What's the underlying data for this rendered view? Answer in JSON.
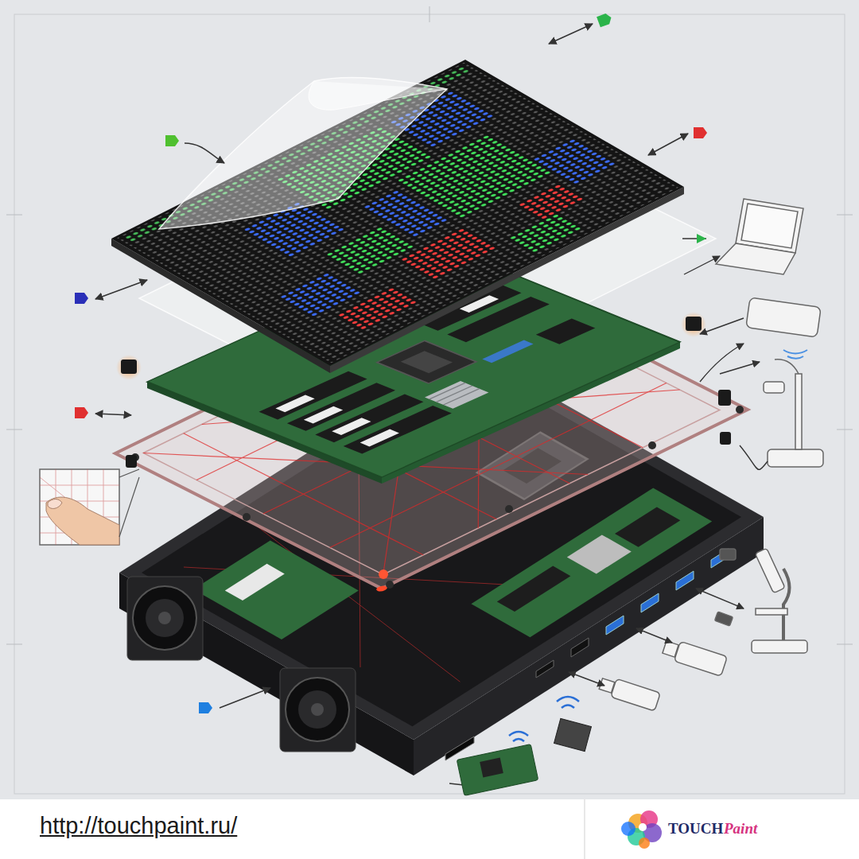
{
  "diagram": {
    "labels": [
      "http://touchpaint.ru/",
      "TOUCH",
      "Paint"
    ]
  }
}
